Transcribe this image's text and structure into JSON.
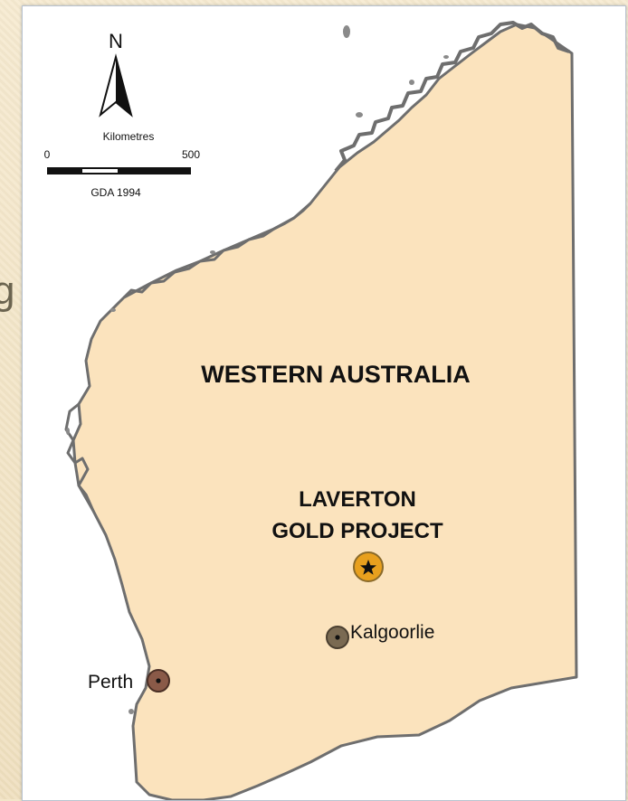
{
  "slide": {
    "text_fragment": "g"
  },
  "map": {
    "region_name": "WESTERN AUSTRALIA",
    "north_label": "N",
    "scale_bar": {
      "units": "Kilometres",
      "start": "0",
      "end": "500",
      "datum": "GDA 1994"
    },
    "project": {
      "line1": "LAVERTON",
      "line2": "GOLD PROJECT",
      "marker_icon": "star-icon"
    },
    "towns": [
      {
        "name": "Kalgoorlie",
        "marker_icon": "town-dot-icon"
      },
      {
        "name": "Perth",
        "marker_icon": "town-dot-icon"
      }
    ],
    "colors": {
      "land": "#fbe3bd",
      "coast": "#6e6e6e",
      "project_marker": "#e8a01e",
      "kalgoorlie_marker": "#7a6a52",
      "perth_marker": "#8a5a48"
    }
  }
}
